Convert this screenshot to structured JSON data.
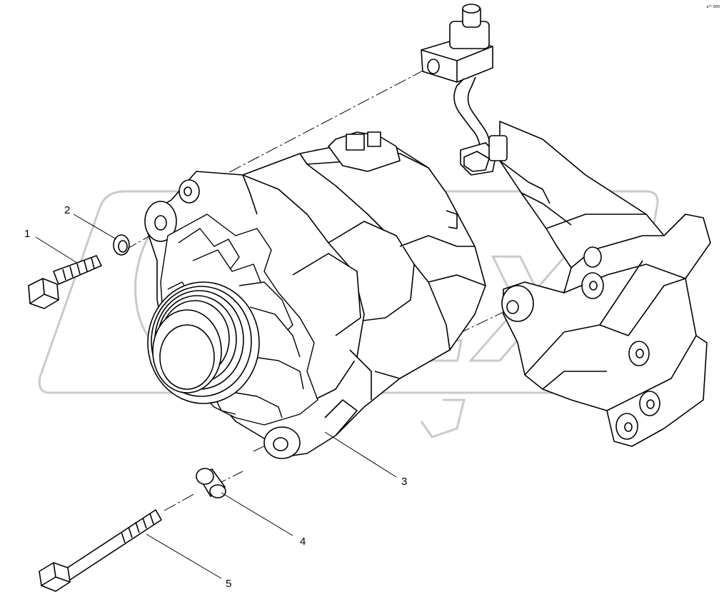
{
  "diagram": {
    "callouts": [
      {
        "number": "1",
        "part": "bolt"
      },
      {
        "number": "2",
        "part": "washer"
      },
      {
        "number": "3",
        "part": "alternator"
      },
      {
        "number": "4",
        "part": "spacer"
      },
      {
        "number": "5",
        "part": "long-bolt"
      }
    ],
    "watermark_text": "OPEX",
    "corner_mark": "e²⁰ 000"
  },
  "colors": {
    "line": "#000000",
    "watermark": "#bdbdbd",
    "background": "#ffffff"
  }
}
